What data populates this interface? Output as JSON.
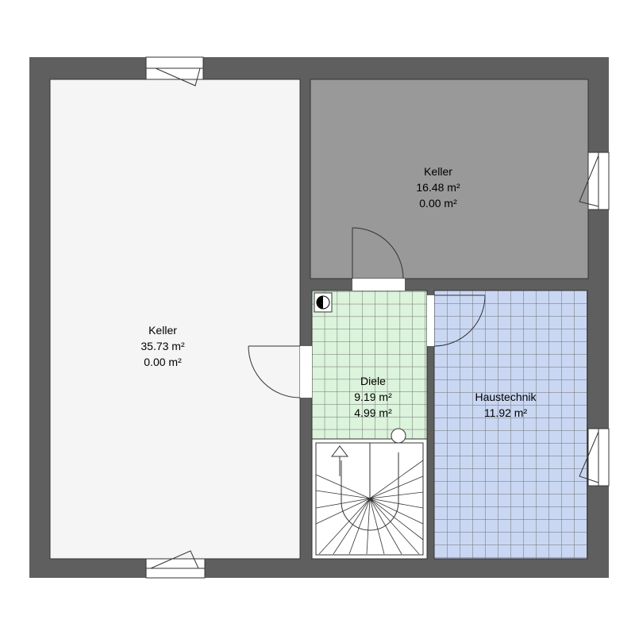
{
  "floor_plan": {
    "colors": {
      "wall": "#5f5f5f",
      "room_keller_large": "#f5f5f5",
      "room_keller_small": "#999999",
      "room_diele": "#dcf3dc",
      "room_haustechnik": "#c9d7f3",
      "tile_line": "#6f6f6f",
      "stair_fill": "#ffffff",
      "window_fill": "#ffffff"
    },
    "rooms": [
      {
        "id": "keller-large",
        "name": "Keller",
        "area": "35.73 m²",
        "secondary_area": "0.00 m²"
      },
      {
        "id": "keller-small",
        "name": "Keller",
        "area": "16.48 m²",
        "secondary_area": "0.00 m²"
      },
      {
        "id": "diele",
        "name": "Diele",
        "area": "9.19 m²",
        "secondary_area": "4.99 m²"
      },
      {
        "id": "haustechnik",
        "name": "Haustechnik",
        "area": "11.92 m²"
      }
    ],
    "icons": {
      "meter": "meter-icon",
      "stair_arrow": "stair-direction-arrow-icon",
      "column": "column-icon"
    }
  }
}
